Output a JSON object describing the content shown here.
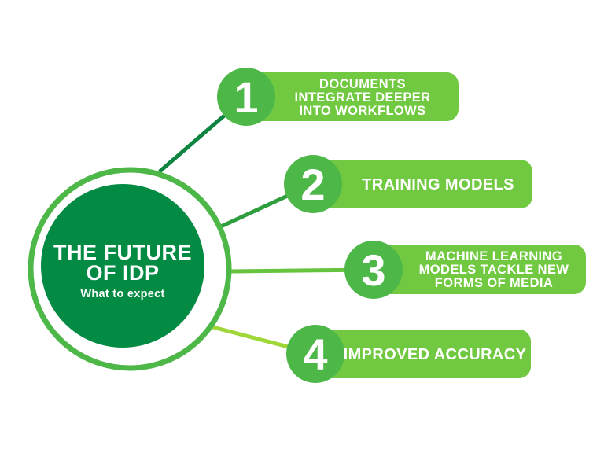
{
  "background_color": "#ffffff",
  "text_color": "#ffffff",
  "center": {
    "title_line1": "THE FUTURE",
    "title_line2": "OF IDP",
    "subtitle": "What to expect",
    "circle_color": "#038b43",
    "ring_color": "#4db848"
  },
  "items": [
    {
      "number": "1",
      "lines": [
        "DOCUMENTS",
        "INTEGRATE DEEPER",
        "INTO WORKFLOWS"
      ],
      "circle_color": "#4db848",
      "bar_color": "#70c940",
      "line_color": "#0d8440"
    },
    {
      "number": "2",
      "lines": [
        "TRAINING MODELS"
      ],
      "circle_color": "#4db848",
      "bar_color": "#70c940",
      "line_color": "#2f9e3e"
    },
    {
      "number": "3",
      "lines": [
        "MACHINE LEARNING",
        "MODELS TACKLE NEW",
        "FORMS OF MEDIA"
      ],
      "circle_color": "#4db848",
      "bar_color": "#70c940",
      "line_color": "#65c33e"
    },
    {
      "number": "4",
      "lines": [
        "IMPROVED ACCURACY"
      ],
      "circle_color": "#4db848",
      "bar_color": "#70c940",
      "line_color": "#9fd638"
    }
  ]
}
